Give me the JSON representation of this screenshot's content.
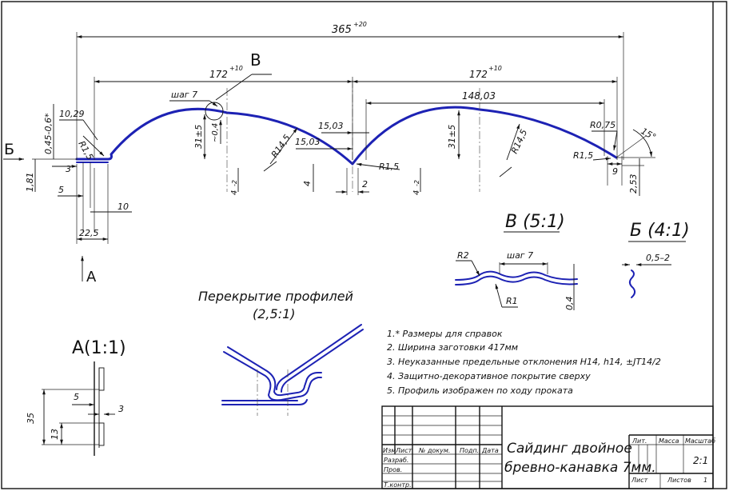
{
  "dims": {
    "total": "365",
    "total_tol": "+20",
    "half_left": "172",
    "half_left_tol": "+10",
    "half_right": "172",
    "half_right_tol": "+10",
    "chord": "148,03",
    "thick": "0,45-0,6*",
    "edge": "10,29",
    "r15_left": "R1,5",
    "step": "шаг 7",
    "depth": "~0,4",
    "height_left": "31±5",
    "height_right": "31±5",
    "r145_left": "R14,5",
    "r145_right": "R14,5",
    "d1503_a": "15,03",
    "d1503_b": "15,03",
    "r15_mid": "R1,5",
    "r075": "R0,75",
    "r15_right": "R1,5",
    "angle": "15°",
    "d9": "9",
    "d253": "2,53",
    "d181": "1,81",
    "d3": "3",
    "d5": "5",
    "d10": "10",
    "d225": "22,5",
    "d4_left": "4",
    "d4": "4",
    "d2": "2",
    "d4_right": "4",
    "sub2_left": "-2",
    "sub2_right": "-2"
  },
  "labels": {
    "letter_b_cyr": "Б",
    "letter_v": "В",
    "letter_a": "А",
    "view_v": "В (5:1)",
    "view_b": "Б (4:1)",
    "view_a": "А(1:1)",
    "overlap_title": "Перекрытие профилей",
    "overlap_scale": "(2,5:1)"
  },
  "detail_v": {
    "r2": "R2",
    "step": "шаг 7",
    "r1": "R1",
    "depth": "0,4"
  },
  "detail_b": {
    "range": "0,5–2"
  },
  "detail_a": {
    "d35": "35",
    "d13": "13",
    "d5": "5",
    "d3": "3"
  },
  "notes": [
    "1.* Размеры для справок",
    "2. Ширина заготовки 417мм",
    "3. Неуказанные предельные отклонения H14, h14, ±JT14/2",
    "4. Защитно-декоративное покрытие сверху",
    "5. Профиль изображен по ходу проката"
  ],
  "title_block": {
    "title_line1": "Сайдинг двойное",
    "title_line2": "бревно-канавка 7мм.",
    "col_izm": "Изм",
    "col_list": "Лист",
    "col_ndokum": "№ докум.",
    "col_podp": "Подп.",
    "col_data": "Дата",
    "row_razrab": "Разраб.",
    "row_prov": "Пров.",
    "row_tkontr": "Т.контр.",
    "lit": "Лит.",
    "massa": "Масса",
    "masshtab": "Масштаб",
    "scale": "2:1",
    "list_label": "Лист",
    "listov_label": "Листов",
    "listov_value": "1"
  },
  "colors": {
    "profile": "#1d22b4",
    "lines": "#111111"
  }
}
